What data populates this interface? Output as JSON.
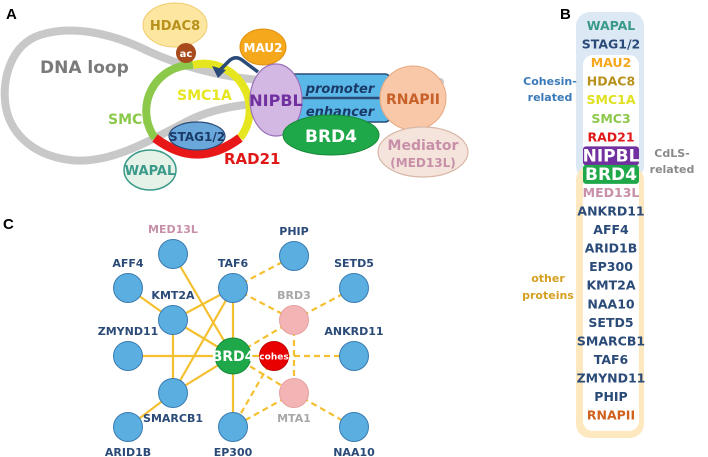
{
  "panels": {
    "a": "A",
    "b": "B",
    "c": "C"
  },
  "panel_a": {
    "dna_loop_label": "DNA loop",
    "hdac8": "HDAC8",
    "ac": "ac",
    "mau2": "MAU2",
    "smc1a": "SMC1A",
    "smc3": "SMC3",
    "stag": "STAG1/2",
    "rad21": "RAD21",
    "wapal": "WAPAL",
    "nipbl": "NIPBL",
    "promoter": "promoter",
    "enhancer": "enhancer",
    "brd4": "BRD4",
    "rnapii": "RNAPII",
    "mediator": "Mediator",
    "med13l": "(MED13L)"
  },
  "panel_b": {
    "cohesin_label_1": "Cohesin-",
    "cohesin_label_2": "related",
    "cdls_label_1": "CdLS-",
    "cdls_label_2": "related",
    "other_label_1": "other",
    "other_label_2": "proteins",
    "items": [
      {
        "name": "WAPAL",
        "color": "#3a9a8a"
      },
      {
        "name": "STAG1/2",
        "color": "#2a4a78"
      },
      {
        "name": "MAU2",
        "color": "#f5a81c"
      },
      {
        "name": "HDAC8",
        "color": "#b8901c"
      },
      {
        "name": "SMC1A",
        "color": "#e0e020"
      },
      {
        "name": "SMC3",
        "color": "#8cc84a"
      },
      {
        "name": "RAD21",
        "color": "#e01818"
      },
      {
        "name": "NIPBL",
        "color": "#ffffff",
        "badge": "#7030a0"
      },
      {
        "name": "BRD4",
        "color": "#ffffff",
        "badge": "#1fa84a"
      },
      {
        "name": "MED13L",
        "color": "#c890a8"
      },
      {
        "name": "ANKRD11",
        "color": "#2a4a78"
      },
      {
        "name": "AFF4",
        "color": "#2a4a78"
      },
      {
        "name": "ARID1B",
        "color": "#2a4a78"
      },
      {
        "name": "EP300",
        "color": "#2a4a78"
      },
      {
        "name": "KMT2A",
        "color": "#2a4a78"
      },
      {
        "name": "NAA10",
        "color": "#2a4a78"
      },
      {
        "name": "SETD5",
        "color": "#2a4a78"
      },
      {
        "name": "SMARCB1",
        "color": "#2a4a78"
      },
      {
        "name": "TAF6",
        "color": "#2a4a78"
      },
      {
        "name": "ZMYND11",
        "color": "#2a4a78"
      },
      {
        "name": "PHIP",
        "color": "#2a4a78"
      },
      {
        "name": "RNAPII",
        "color": "#d0601c"
      }
    ]
  },
  "panel_c": {
    "nodes": [
      {
        "id": "MED13L",
        "label": "MED13L",
        "type": "blue",
        "label_color": "#c890a8",
        "label_pos": "above"
      },
      {
        "id": "AFF4",
        "label": "AFF4",
        "type": "blue",
        "label_color": "#2a4a78",
        "label_pos": "above"
      },
      {
        "id": "TAF6",
        "label": "TAF6",
        "type": "blue",
        "label_color": "#2a4a78",
        "label_pos": "above"
      },
      {
        "id": "PHIP",
        "label": "PHIP",
        "type": "blue",
        "label_color": "#2a4a78",
        "label_pos": "above"
      },
      {
        "id": "SETD5",
        "label": "SETD5",
        "type": "blue",
        "label_color": "#2a4a78",
        "label_pos": "above"
      },
      {
        "id": "KMT2A",
        "label": "KMT2A",
        "type": "blue",
        "label_color": "#2a4a78",
        "label_pos": "above"
      },
      {
        "id": "BRD3",
        "label": "BRD3",
        "type": "pink",
        "label_color": "#a8a8a8",
        "label_pos": "above"
      },
      {
        "id": "ZMYND11",
        "label": "ZMYND11",
        "type": "blue",
        "label_color": "#2a4a78",
        "label_pos": "above"
      },
      {
        "id": "BRD4",
        "label": "BRD4",
        "type": "green",
        "label_color": "#ffffff",
        "label_pos": "inside"
      },
      {
        "id": "cohes",
        "label": "cohes",
        "type": "red",
        "label_color": "#ffffff",
        "label_pos": "inside"
      },
      {
        "id": "ANKRD11",
        "label": "ANKRD11",
        "type": "blue",
        "label_color": "#2a4a78",
        "label_pos": "above"
      },
      {
        "id": "SMARCB1",
        "label": "SMARCB1",
        "type": "blue",
        "label_color": "#2a4a78",
        "label_pos": "below"
      },
      {
        "id": "MTA1",
        "label": "MTA1",
        "type": "pink",
        "label_color": "#a8a8a8",
        "label_pos": "below"
      },
      {
        "id": "ARID1B",
        "label": "ARID1B",
        "type": "blue",
        "label_color": "#2a4a78",
        "label_pos": "below"
      },
      {
        "id": "EP300",
        "label": "EP300",
        "type": "blue",
        "label_color": "#2a4a78",
        "label_pos": "below"
      },
      {
        "id": "NAA10",
        "label": "NAA10",
        "type": "blue",
        "label_color": "#2a4a78",
        "label_pos": "below"
      }
    ],
    "edges_solid": [
      [
        "MED13L",
        "BRD4"
      ],
      [
        "AFF4",
        "KMT2A"
      ],
      [
        "KMT2A",
        "TAF6"
      ],
      [
        "KMT2A",
        "BRD4"
      ],
      [
        "KMT2A",
        "SMARCB1"
      ],
      [
        "TAF6",
        "BRD4"
      ],
      [
        "TAF6",
        "SMARCB1"
      ],
      [
        "ZMYND11",
        "BRD4"
      ],
      [
        "SMARCB1",
        "BRD4"
      ],
      [
        "SMARCB1",
        "ARID1B"
      ],
      [
        "BRD4",
        "EP300"
      ],
      [
        "BRD4",
        "cohes"
      ]
    ],
    "edges_dashed": [
      [
        "TAF6",
        "PHIP"
      ],
      [
        "TAF6",
        "BRD3"
      ],
      [
        "BRD3",
        "SETD5"
      ],
      [
        "BRD3",
        "BRD4"
      ],
      [
        "BRD3",
        "MTA1"
      ],
      [
        "cohes",
        "ANKRD11"
      ],
      [
        "cohes",
        "EP300"
      ],
      [
        "BRD4",
        "MTA1"
      ],
      [
        "MTA1",
        "EP300"
      ],
      [
        "MTA1",
        "NAA10"
      ]
    ],
    "colors": {
      "blue": "#5aaee0",
      "green": "#1fa84a",
      "red": "#e80000",
      "pink": "#f2b4b4",
      "edge": "#f5c030"
    }
  }
}
